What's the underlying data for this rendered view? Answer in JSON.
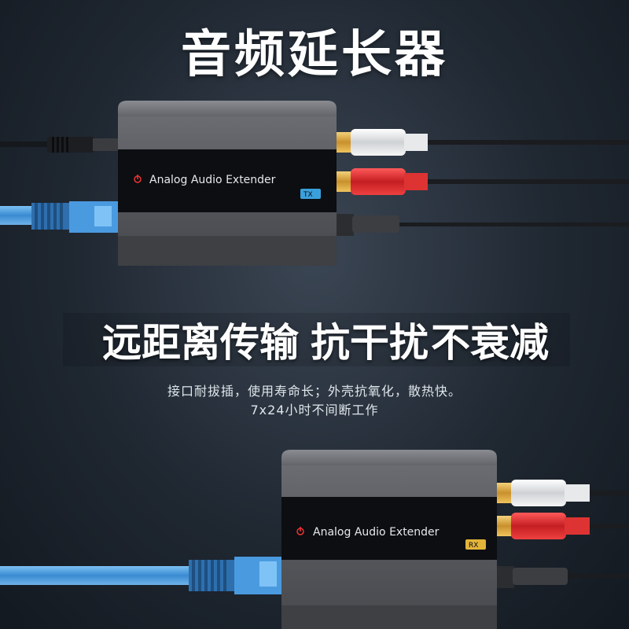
{
  "title": "音频延长器",
  "features": [
    "远距离传输",
    "抗干扰",
    "不衰减"
  ],
  "description_line1": "接口耐拔插，使用寿命长；外壳抗氧化，散热快。",
  "description_line2": "7x24小时不间断工作",
  "device_tx": {
    "label": "Analog Audio Extender",
    "badge": "TX"
  },
  "device_rx": {
    "label": "Analog Audio Extender",
    "badge": "RX"
  },
  "colors": {
    "housing": "#54565b",
    "ethernet_cable": "#3f8ed2",
    "rca_red": "#d8262b",
    "rca_white": "#e8e8e8",
    "gold": "#d7a33a"
  }
}
